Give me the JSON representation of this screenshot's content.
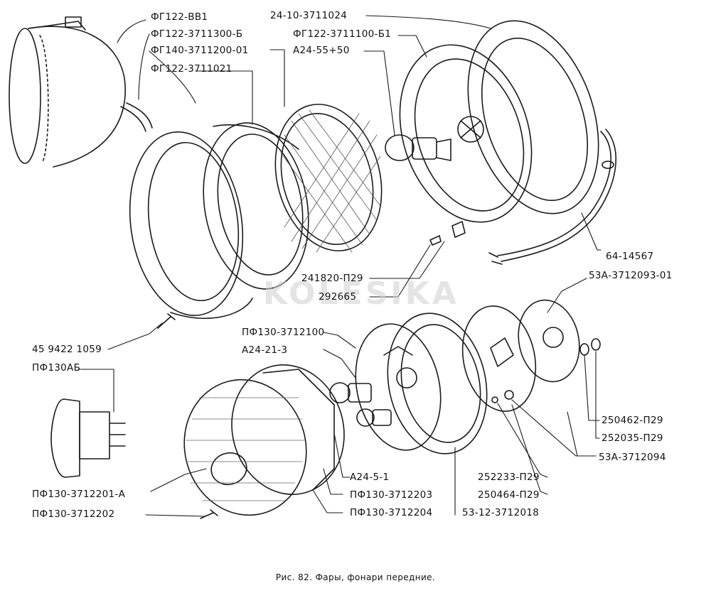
{
  "watermark": "KOLESIKA",
  "caption": "Рис. 82. Фары, фонари передние.",
  "labels": {
    "fg122_vv1": "ФГ122-ВВ1",
    "fg122_3711300_b": "ФГ122-3711300-Б",
    "fg140_3711200_01": "ФГ140-3711200-01",
    "fg122_3711021": "ФГ122-3711021",
    "n24_10_3711024": "24-10-3711024",
    "fg122_3711100_b1": "ФГ122-3711100-Б1",
    "a24_55_50": "А24-55+50",
    "n64_14567": "64-14567",
    "n53a_3712093_01": "53А-3712093-01",
    "n241820_p29": "241820-П29",
    "n292665": "292665",
    "pf130_3712100": "ПФ130-3712100",
    "a24_21_3": "А24-21-3",
    "n45_9422_1059": "45 9422 1059",
    "pf130ab": "ПФ130АБ",
    "n250462_p29": "250462-П29",
    "n252035_p29": "252035-П29",
    "n53a_3712094": "53А-3712094",
    "a24_5_1": "А24-5-1",
    "n252233_p29": "252233-П29",
    "pf130_3712203": "ПФ130-3712203",
    "n250464_p29": "250464-П29",
    "pf130_3712201_a": "ПФ130-3712201-А",
    "pf130_3712202": "ПФ130-3712202",
    "pf130_3712204": "ПФ130-3712204",
    "n53_12_3712018": "53-12-3712018"
  }
}
